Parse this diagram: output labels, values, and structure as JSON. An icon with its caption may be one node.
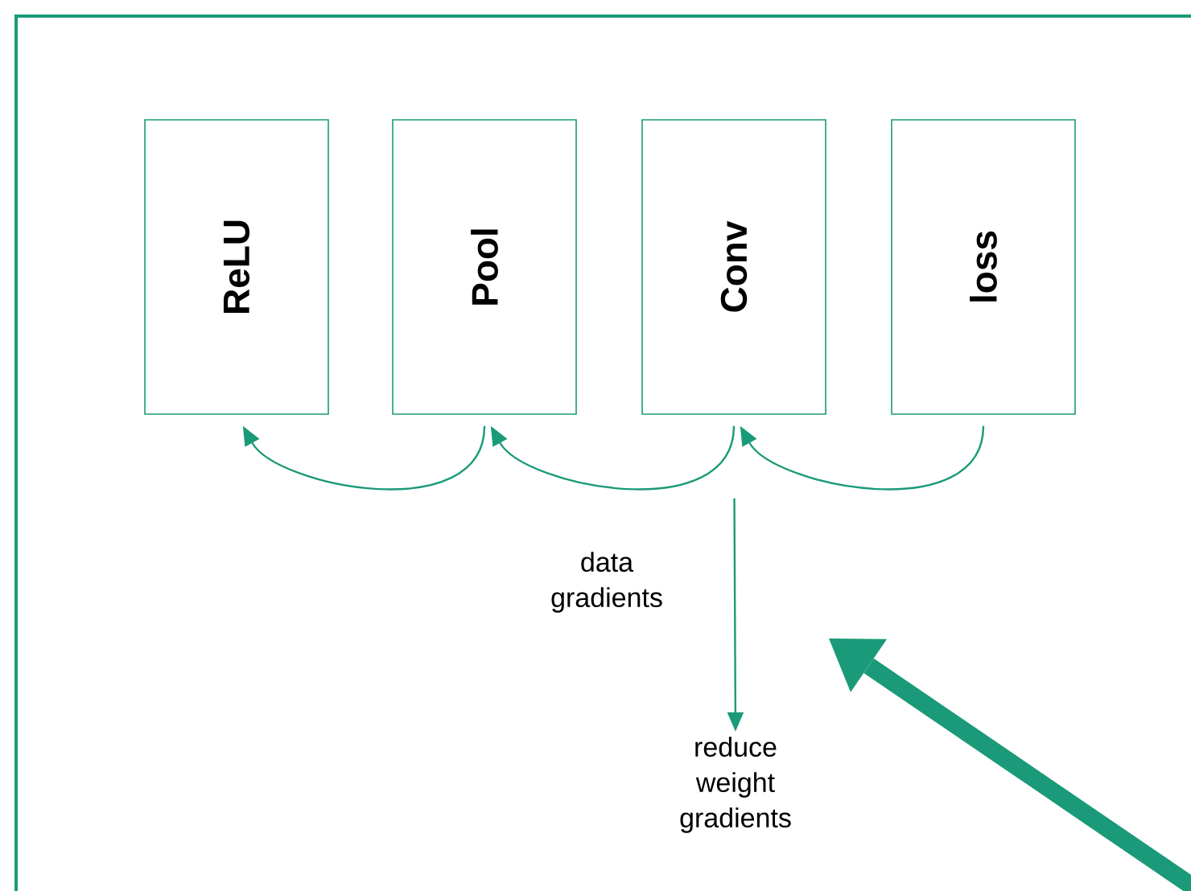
{
  "diagram": {
    "nodes": [
      {
        "text": [
          "ReLU"
        ]
      },
      {
        "text": [
          "Pool"
        ]
      },
      {
        "text": [
          "Conv"
        ]
      },
      {
        "text": [
          "loss"
        ]
      },
      {
        "text": [
          "reduce weight gradients"
        ]
      }
    ],
    "edges": [
      {
        "from": 3,
        "to": 2,
        "arrow": "to"
      },
      {
        "from": 2,
        "to": 1,
        "arrow": "to"
      },
      {
        "from": 1,
        "to": 0,
        "arrow": "to"
      },
      {
        "from": 2,
        "to": 4,
        "arrow": "to"
      }
    ],
    "labels": [
      "data gradients"
    ]
  }
}
